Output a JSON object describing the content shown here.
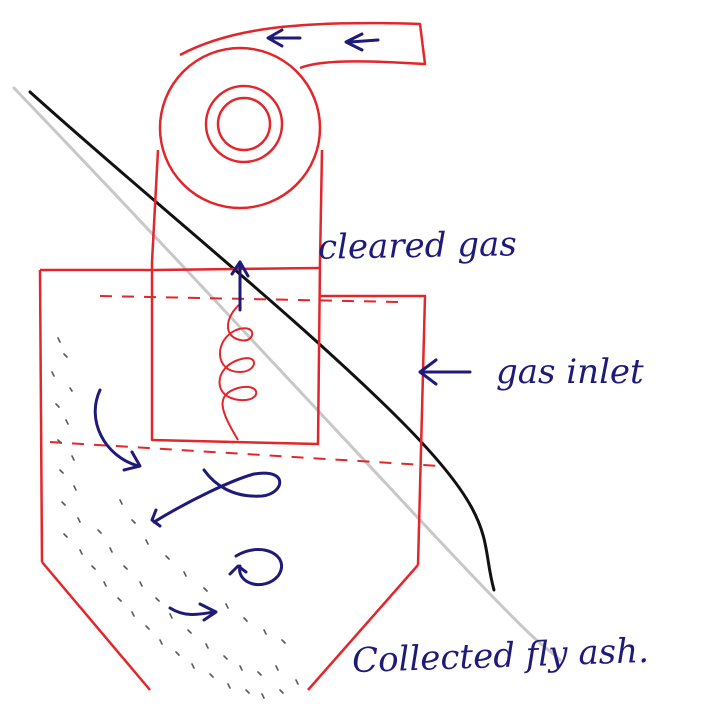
{
  "labels": {
    "cleaned_gas": "cleared gas",
    "gas_inlet": "gas inlet",
    "collected_fly_ash": "Collected fly ash."
  },
  "colors": {
    "cyclone_outline": "#e2262b",
    "arrow_ink": "#1f1a7a",
    "overlay_black": "#111111",
    "overlay_gray": "#c8c8c8",
    "ash_dots": "#5a5a5a"
  }
}
